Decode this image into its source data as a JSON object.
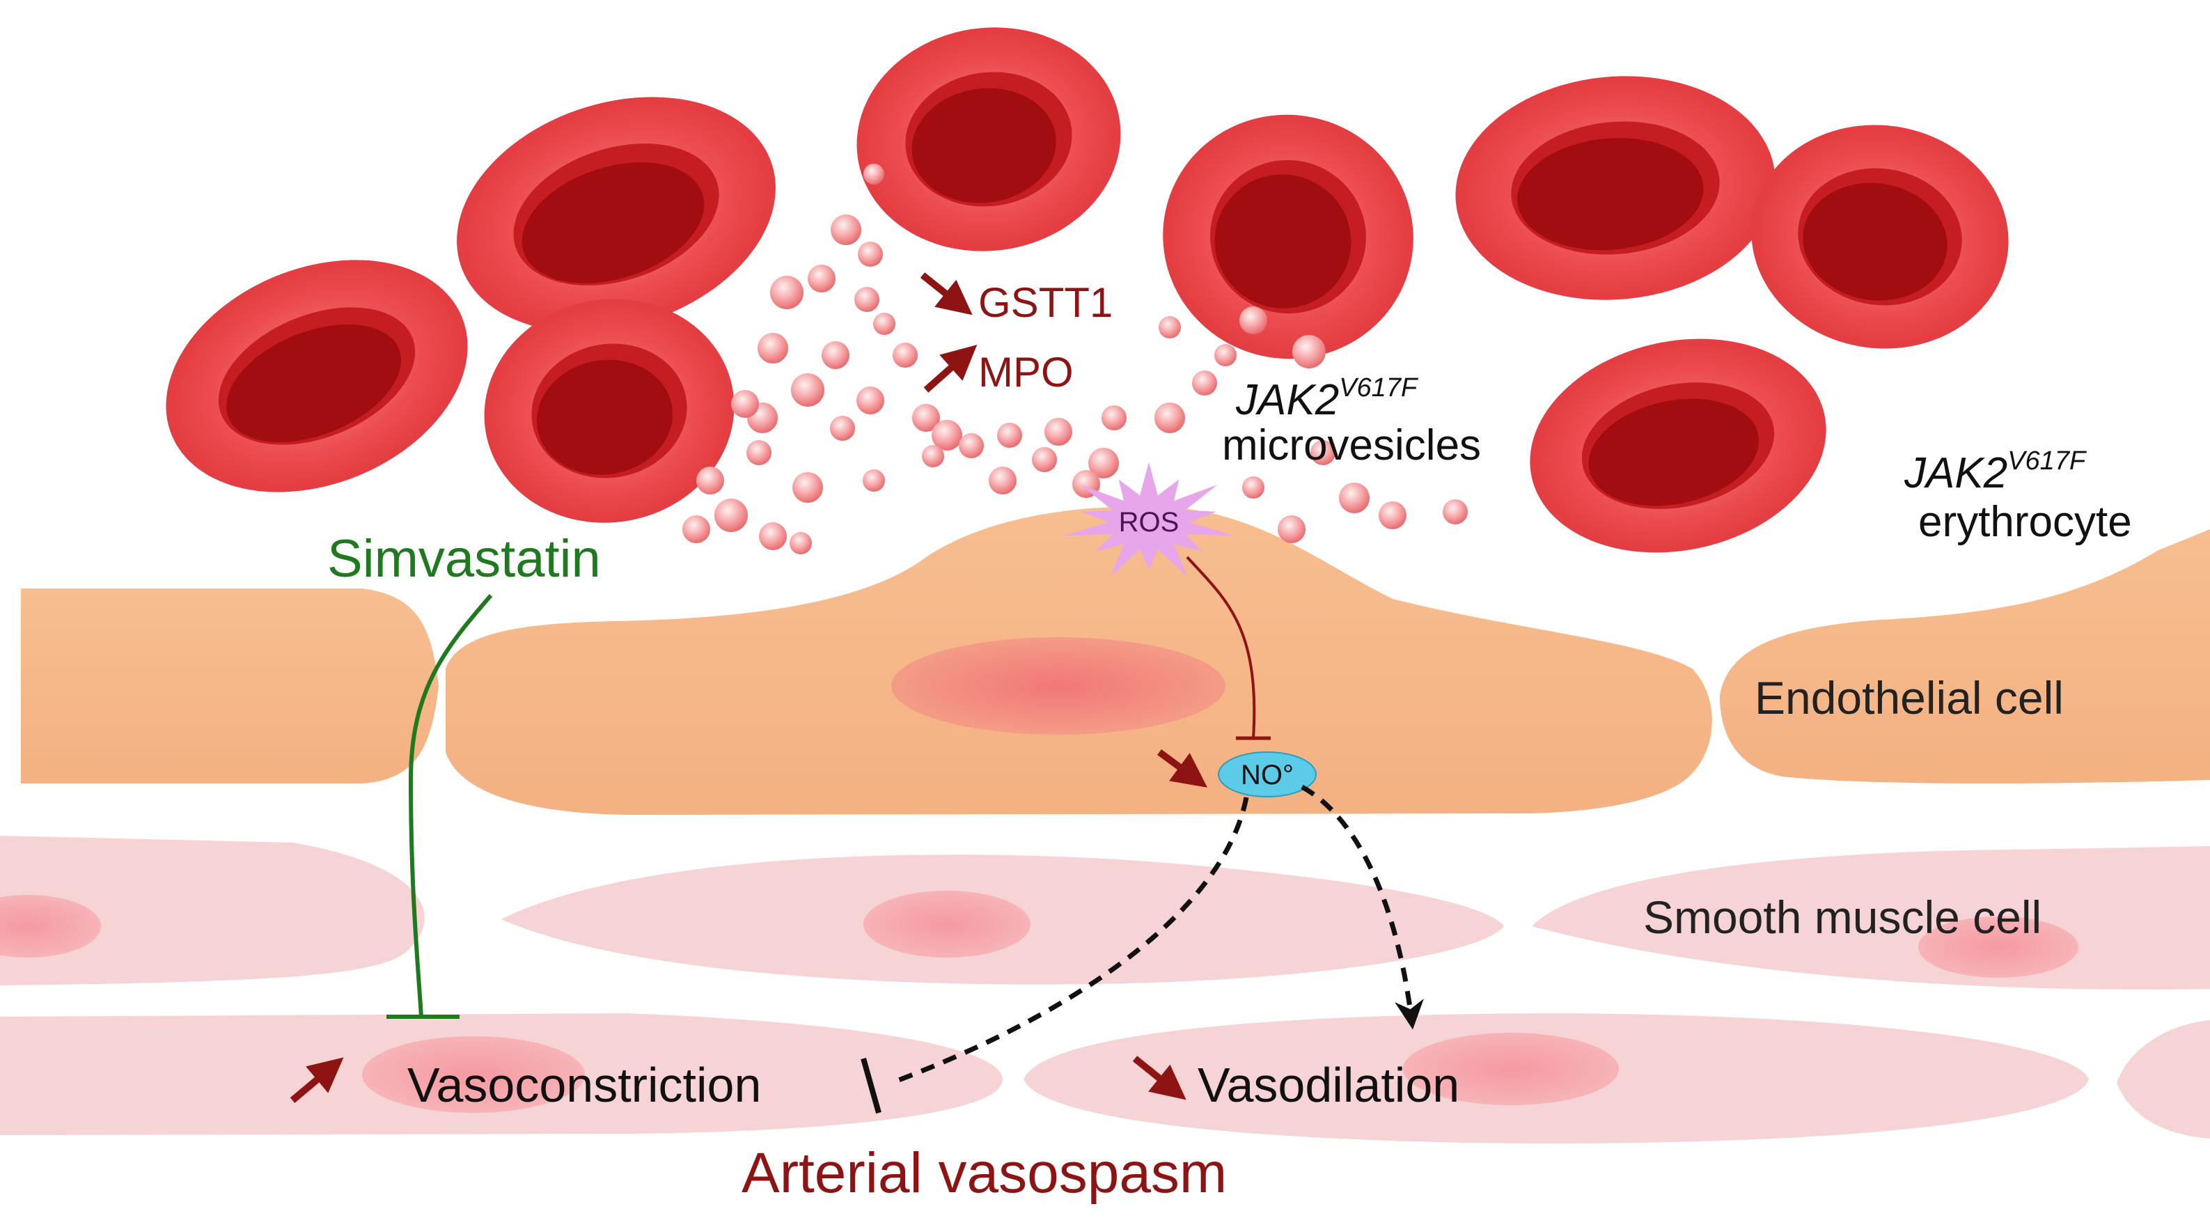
{
  "labels": {
    "gstt1": "GSTT1",
    "mpo": "MPO",
    "jak2_micro_gene": "JAK2",
    "jak2_micro_sup": "V617F",
    "microvesicles": "microvesicles",
    "ros": "ROS",
    "simvastatin": "Simvastatin",
    "jak2_ery_gene": "JAK2",
    "jak2_ery_sup": "V617F",
    "erythrocyte": "erythrocyte",
    "endothelial": "Endothelial cell",
    "smooth_muscle": "Smooth muscle cell",
    "no": "NO°",
    "vasoconstriction": "Vasoconstriction",
    "vasodilation": "Vasodilation",
    "arterial_vasospasm": "Arterial vasospasm"
  },
  "colors": {
    "dark_red": "#8e1414",
    "green": "#1f7a1f",
    "endothelial": "#f5b98d",
    "smooth_muscle": "#f6d3d4",
    "nucleus": "#f07b7b",
    "rbc_outer": "#ec4b4f",
    "rbc_inner": "#a10d10",
    "ros": "#e7a6ea",
    "no_oval": "#5ccbe7"
  }
}
